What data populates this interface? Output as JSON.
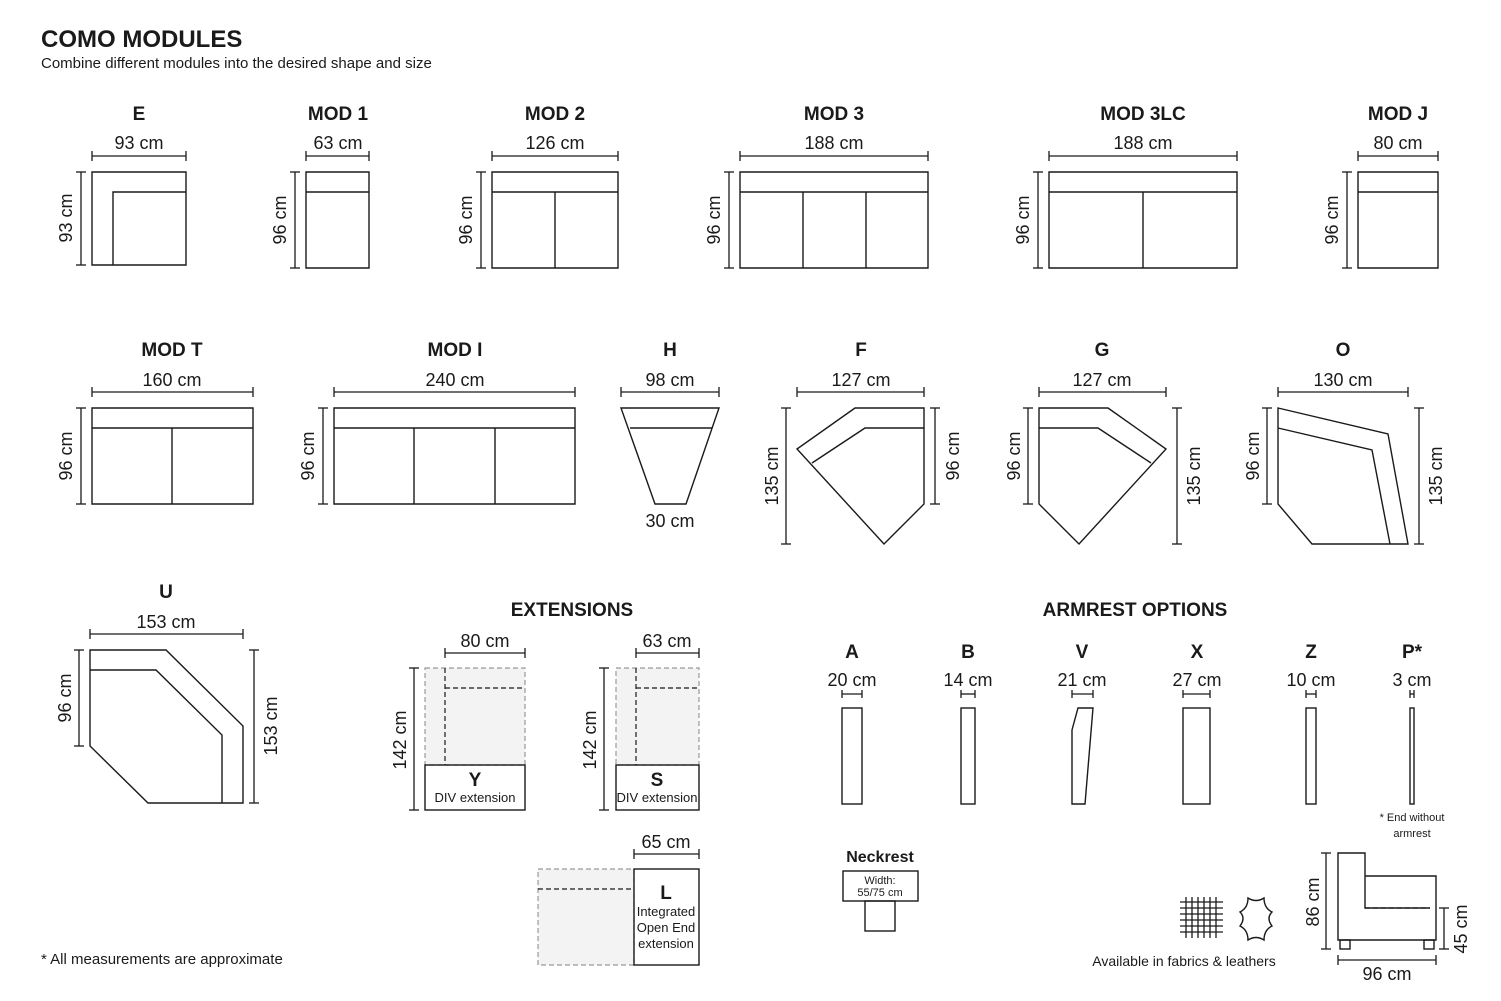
{
  "header": {
    "title": "COMO MODULES",
    "subtitle": "Combine different modules into the desired shape and size"
  },
  "modules": [
    {
      "name": "E",
      "width": "93 cm",
      "depth": "93 cm"
    },
    {
      "name": "MOD 1",
      "width": "63 cm",
      "depth": "96 cm"
    },
    {
      "name": "MOD 2",
      "width": "126 cm",
      "depth": "96 cm"
    },
    {
      "name": "MOD 3",
      "width": "188 cm",
      "depth": "96 cm"
    },
    {
      "name": "MOD 3LC",
      "width": "188 cm",
      "depth": "96 cm"
    },
    {
      "name": "MOD J",
      "width": "80 cm",
      "depth": "96 cm"
    },
    {
      "name": "MOD T",
      "width": "160 cm",
      "depth": "96 cm"
    },
    {
      "name": "MOD I",
      "width": "240 cm",
      "depth": "96 cm"
    },
    {
      "name": "H",
      "width": "98 cm",
      "bottom": "30 cm"
    },
    {
      "name": "F",
      "width": "127 cm",
      "left": "135 cm",
      "right": "96 cm"
    },
    {
      "name": "G",
      "width": "127 cm",
      "left": "96 cm",
      "right": "135 cm"
    },
    {
      "name": "O",
      "width": "130 cm",
      "left": "96 cm",
      "right": "135 cm"
    },
    {
      "name": "U",
      "width": "153 cm",
      "left": "96 cm",
      "right": "153 cm"
    }
  ],
  "extensions": {
    "title": "EXTENSIONS",
    "items": [
      {
        "letter": "Y",
        "desc": "DIV extension",
        "width": "80 cm",
        "depth": "142 cm"
      },
      {
        "letter": "S",
        "desc": "DIV extension",
        "width": "63 cm",
        "depth": "142 cm"
      },
      {
        "letter": "L",
        "desc_lines": [
          "Integrated",
          "Open End",
          "extension"
        ],
        "width": "65 cm"
      }
    ]
  },
  "armrests": {
    "title": "ARMREST OPTIONS",
    "items": [
      {
        "letter": "A",
        "width": "20 cm"
      },
      {
        "letter": "B",
        "width": "14 cm"
      },
      {
        "letter": "V",
        "width": "21 cm"
      },
      {
        "letter": "X",
        "width": "27 cm"
      },
      {
        "letter": "Z",
        "width": "10 cm"
      },
      {
        "letter": "P*",
        "width": "3 cm"
      }
    ],
    "note_lines": [
      "* End without",
      "armrest"
    ]
  },
  "neckrest": {
    "title": "Neckrest",
    "lines": [
      "Width:",
      "55/75 cm"
    ]
  },
  "profile": {
    "height": "86 cm",
    "seat": "45 cm",
    "depth": "96 cm"
  },
  "materials": {
    "label": "Available in fabrics & leathers",
    "icons": [
      "fabric-swatch-icon",
      "leather-hide-icon"
    ]
  },
  "footnote": "* All measurements are approximate"
}
